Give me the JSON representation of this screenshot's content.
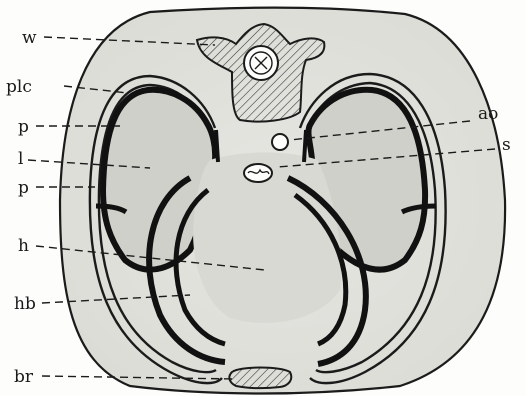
{
  "figure": {
    "labels": [
      {
        "id": "w",
        "text": "w"
      },
      {
        "id": "plc",
        "text": "plc"
      },
      {
        "id": "p1",
        "text": "p"
      },
      {
        "id": "l",
        "text": "l"
      },
      {
        "id": "p2",
        "text": "p"
      },
      {
        "id": "h",
        "text": "h"
      },
      {
        "id": "hb",
        "text": "hb"
      },
      {
        "id": "br",
        "text": "br"
      },
      {
        "id": "ao",
        "text": "ao"
      },
      {
        "id": "s",
        "text": "s"
      }
    ]
  }
}
